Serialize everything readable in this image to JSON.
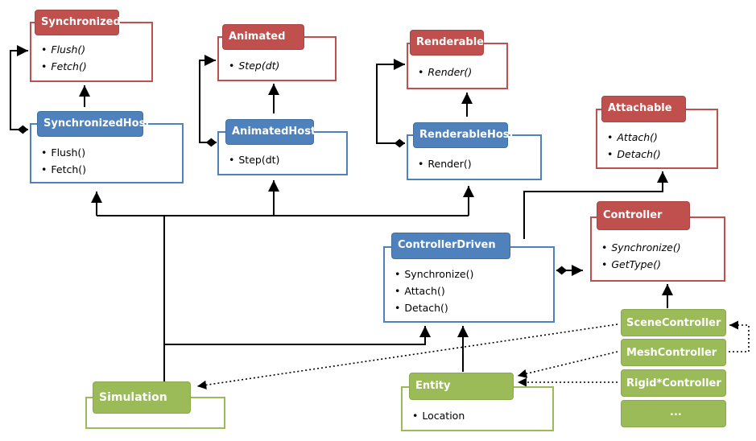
{
  "classes": {
    "synchronized": {
      "title": "Synchronized",
      "members": [
        "Flush()",
        "Fetch()"
      ]
    },
    "animated": {
      "title": "Animated",
      "members": [
        "Step(dt)"
      ]
    },
    "renderable": {
      "title": "Renderable",
      "members": [
        "Render()"
      ]
    },
    "attachable": {
      "title": "Attachable",
      "members": [
        "Attach()",
        "Detach()"
      ]
    },
    "synchronized_host": {
      "title": "SynchronizedHost",
      "members": [
        "Flush()",
        "Fetch()"
      ]
    },
    "animated_host": {
      "title": "AnimatedHost",
      "members": [
        "Step(dt)"
      ]
    },
    "renderable_host": {
      "title": "RenderableHost",
      "members": [
        "Render()"
      ]
    },
    "controller": {
      "title": "Controller",
      "members": [
        "Synchronize()",
        "GetType()"
      ]
    },
    "controller_driven": {
      "title": "ControllerDriven",
      "members": [
        "Synchronize()",
        "Attach()",
        "Detach()"
      ]
    },
    "simulation": {
      "title": "Simulation"
    },
    "entity": {
      "title": "Entity",
      "members": [
        "Location"
      ]
    }
  },
  "controllers": [
    "SceneController",
    "MeshController",
    "Rigid*Controller",
    "..."
  ],
  "colors": {
    "interface": "#c0504d",
    "host": "#4f81bd",
    "concrete": "#9bbb59",
    "line": "#000000"
  }
}
